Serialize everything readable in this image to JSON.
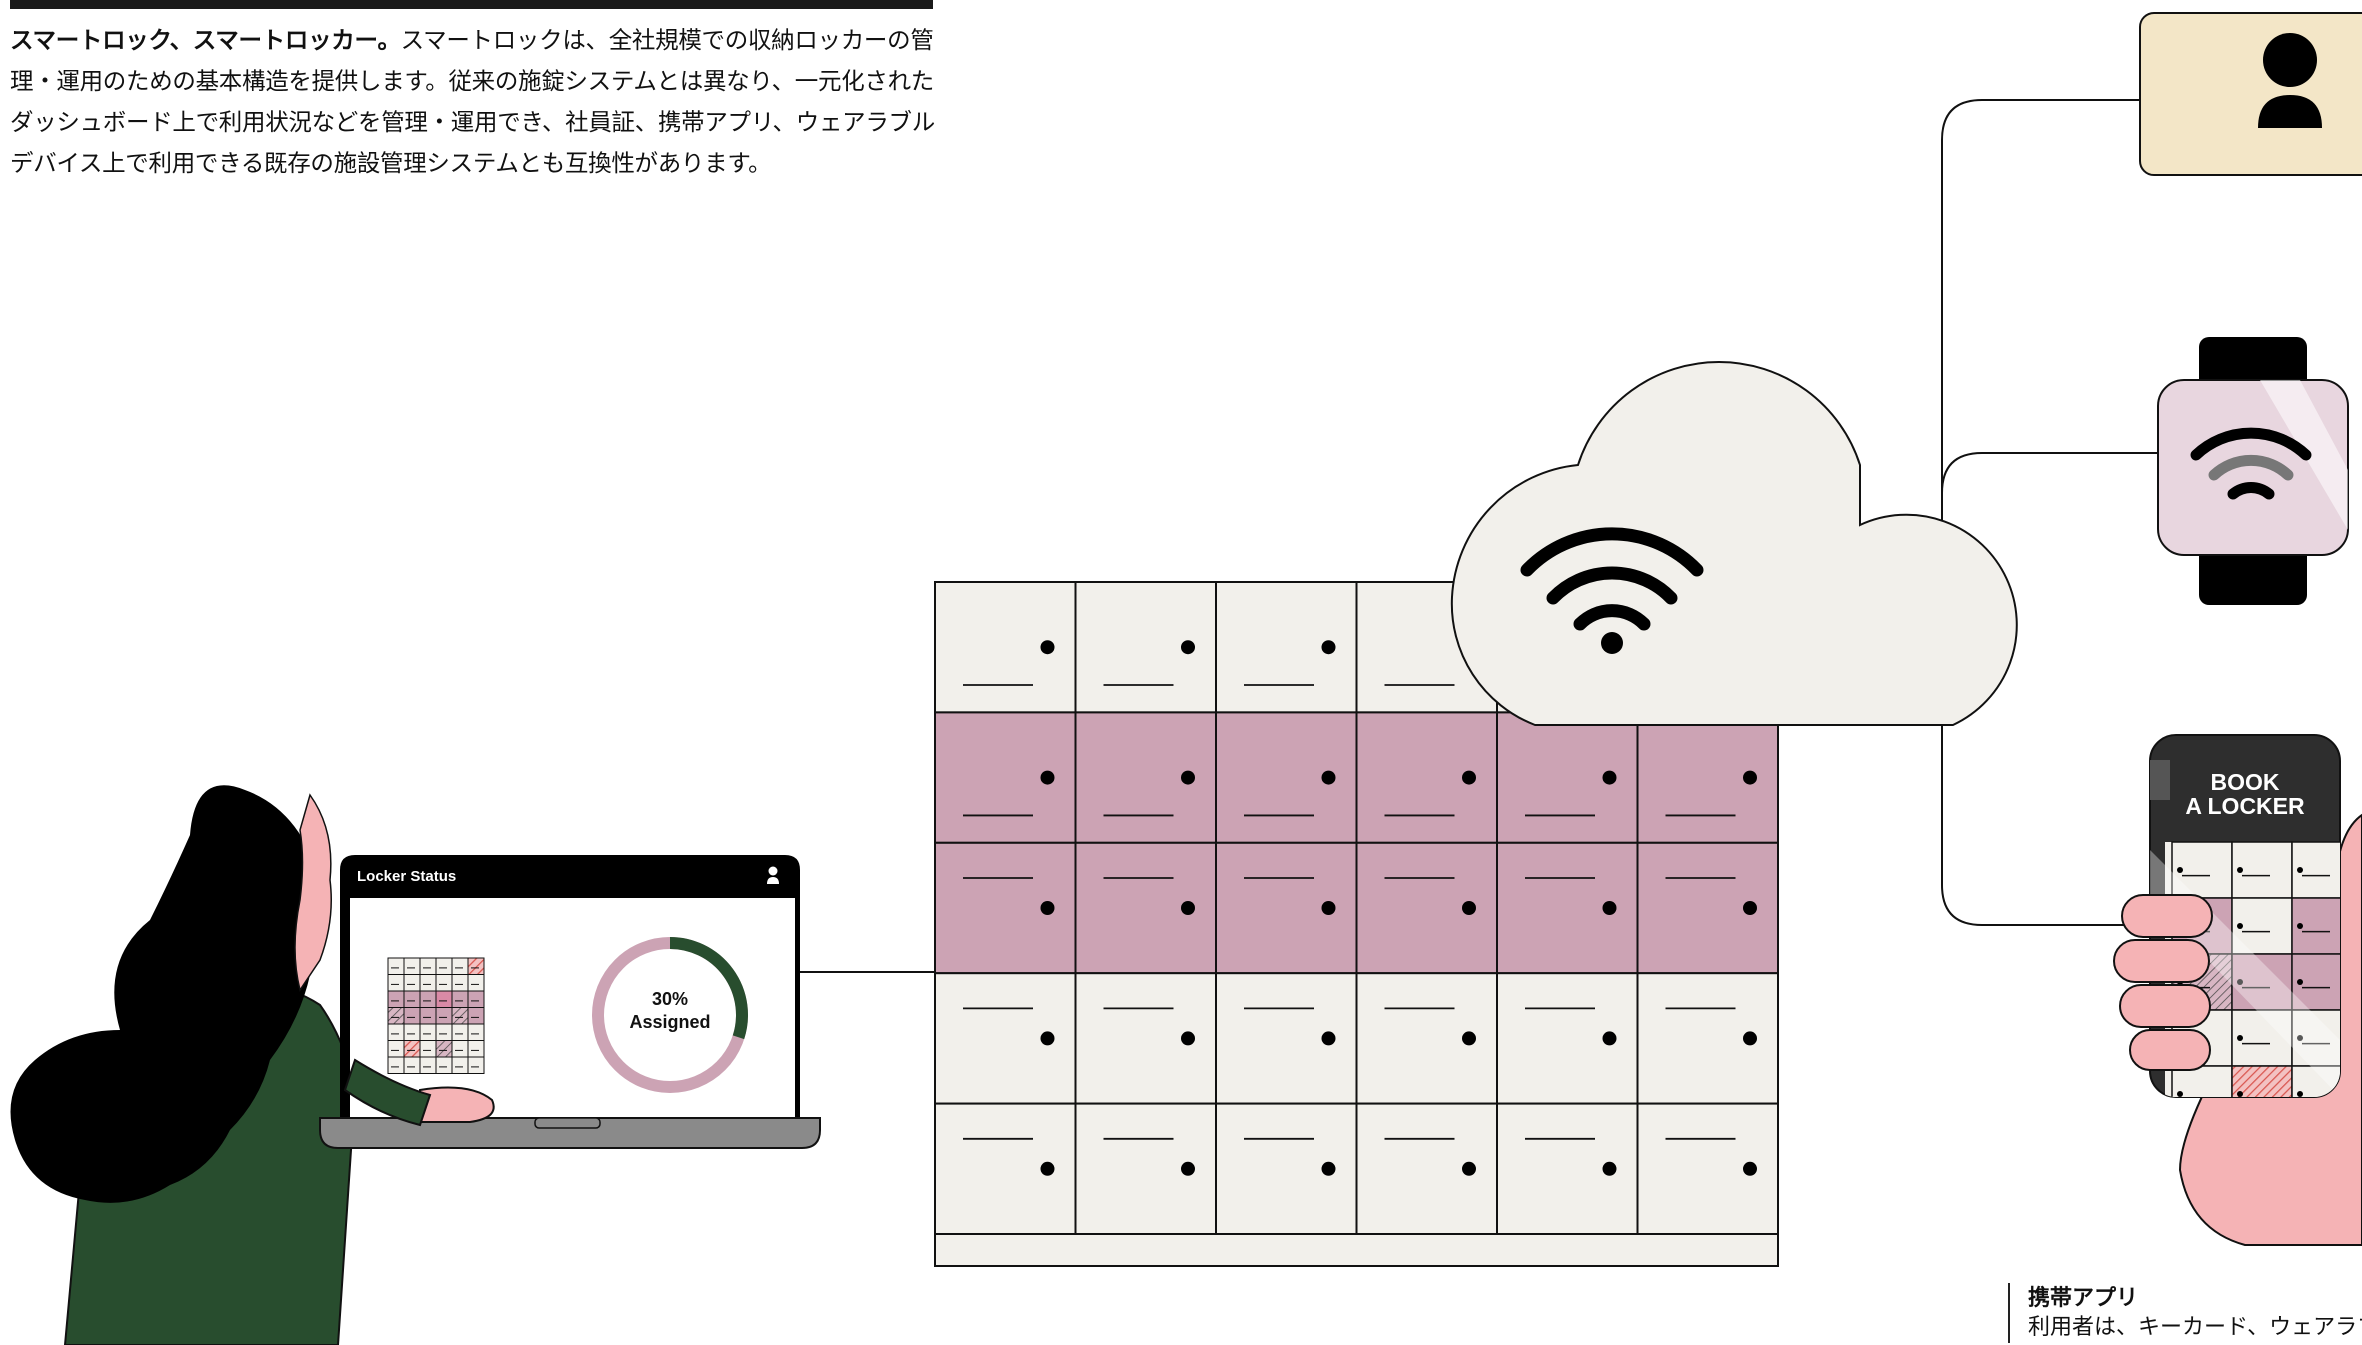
{
  "intro": {
    "lead": "スマートロック、スマートロッカー。",
    "body": "スマートロックは、全社規模での収納ロッカーの管理・運用のための基本構造を提供します。従来の施錠システムとは異なり、一元化されたダッシュボード上で利用状況などを管理・運用でき、社員証、携帯アプリ、ウェアラブルデバイス上で利用できる既存の施設管理システムとも互換性があります。"
  },
  "laptop": {
    "header_title": "Locker Status",
    "donut_percent": "30%",
    "donut_label": "Assigned",
    "assigned_fraction": 0.3
  },
  "phone": {
    "title_line1": "BOOK",
    "title_line2": "A LOCKER"
  },
  "caption": {
    "title": "携帯アプリ",
    "body": "利用者は、キーカード、ウェアラブルデバイス"
  },
  "icons": [
    "person-icon",
    "wifi-icon",
    "smartwatch-icon",
    "user-icon"
  ],
  "colors": {
    "locker_light": "#f2f0eb",
    "locker_mauve": "#cca3b4",
    "cloud_fill": "#f2f0eb",
    "badge_card": "#f3e6c7",
    "watch_face": "#e8d6df",
    "skin": "#f5b3b5",
    "sweater": "#284d2e",
    "donut_green": "#284d2e",
    "donut_pink": "#cca3b4"
  }
}
